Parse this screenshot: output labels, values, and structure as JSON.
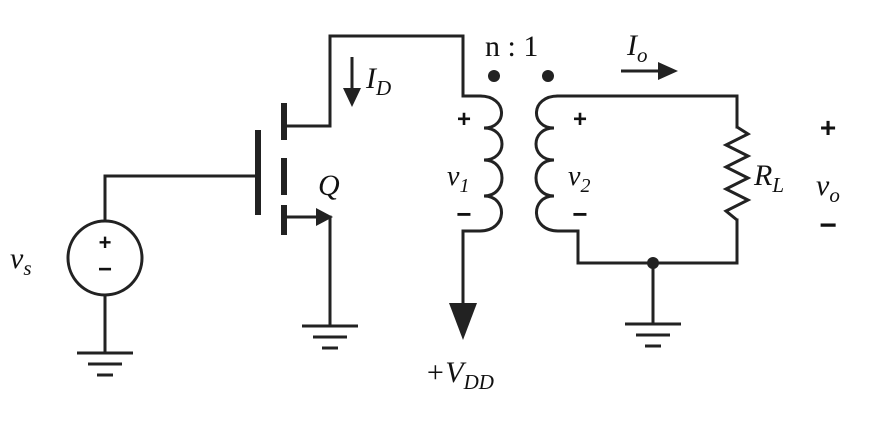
{
  "labels": {
    "drain_current": {
      "main": "I",
      "sub": "D"
    },
    "output_current": {
      "main": "I",
      "sub": "o"
    },
    "turns_ratio": "n : 1",
    "transistor": "Q",
    "primary_voltage": {
      "main": "v",
      "sub": "1"
    },
    "secondary_voltage": {
      "main": "v",
      "sub": "2"
    },
    "load_resistor": {
      "main": "R",
      "sub": "L"
    },
    "output_voltage": {
      "main": "v",
      "sub": "o"
    },
    "source_voltage": {
      "main": "v",
      "sub": "s"
    },
    "supply": {
      "prefix": "+V",
      "sub": "DD"
    },
    "plus": "+",
    "minus": "−"
  }
}
